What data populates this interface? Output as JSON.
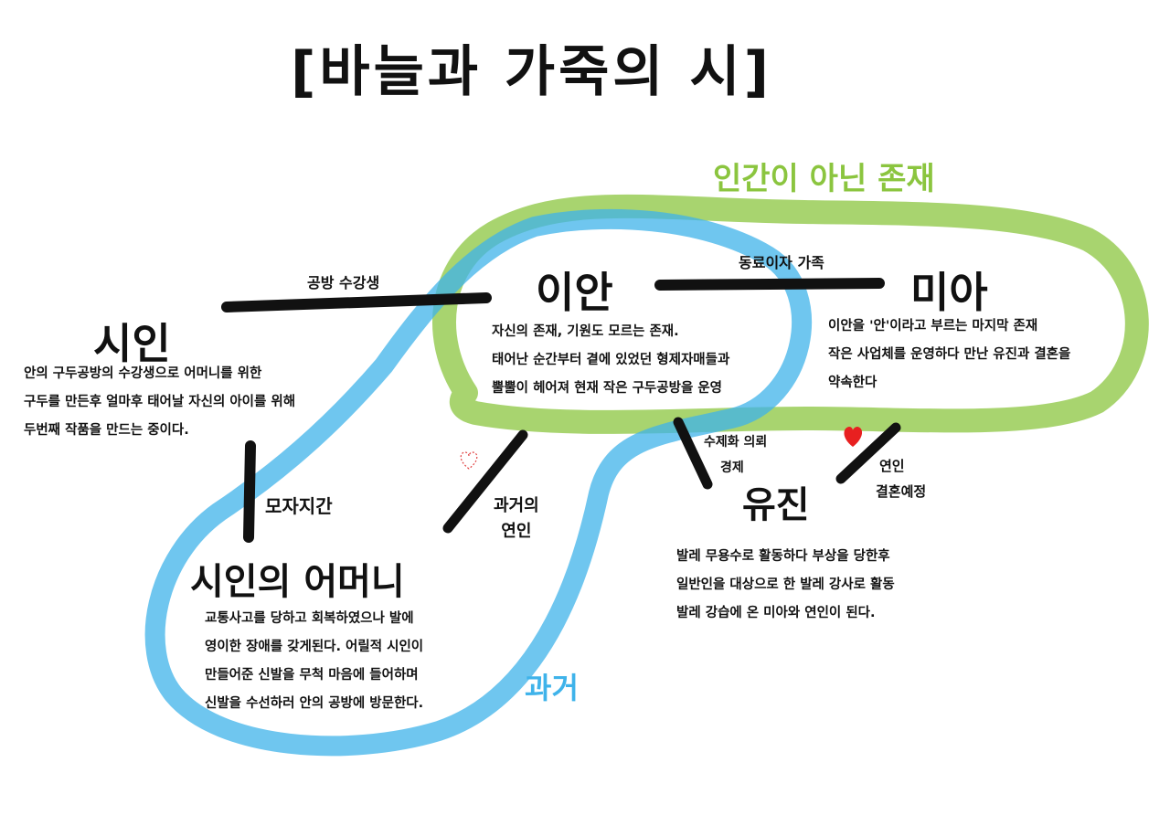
{
  "title": "[바늘과 가죽의 시]",
  "groups": {
    "non_human": "인간이 아닌 존재",
    "past": "과거"
  },
  "colors": {
    "green_loop": "#8bc53f",
    "blue_loop": "#3fb3ea",
    "heart": "#e82020",
    "ink": "#111111"
  },
  "characters": {
    "ian": {
      "name": "이안",
      "desc": [
        "자신의 존재, 기원도 모르는 존재.",
        "태어난 순간부터 곁에 있었던 형제자매들과",
        "뿔뿔이 헤어져 현재 작은 구두공방을 운영"
      ]
    },
    "mia": {
      "name": "미아",
      "desc": [
        "이안을 '안'이라고 부르는 마지막 존재",
        "작은 사업체를 운영하다 만난 유진과 결혼을",
        "약속한다"
      ]
    },
    "siin": {
      "name": "시인",
      "desc": [
        "안의 구두공방의 수강생으로 어머니를 위한",
        "구두를 만든후 얼마후 태어날 자신의 아이를 위해",
        "두번째 작품을 만드는 중이다."
      ]
    },
    "mother": {
      "name": "시인의 어머니",
      "desc": [
        "교통사고를 당하고 회복하였으나 발에",
        "영이한 장애를 갖게된다. 어릴적 시인이",
        "만들어준 신발을 무척 마음에 들어하며",
        "신발을 수선하러 안의 공방에 방문한다."
      ]
    },
    "yujin": {
      "name": "유진",
      "desc": [
        "발레 무용수로 활동하다 부상을 당한후",
        "일반인을 대상으로 한 발레 강사로 활동",
        "발레 강습에 온 미아와 연인이 된다."
      ]
    }
  },
  "relations": {
    "siin_ian": "공방 수강생",
    "ian_mia": "동료이자 가족",
    "siin_mother": "모자지간",
    "ian_mother": [
      "과거의",
      "연인"
    ],
    "ian_yujin": [
      "수제화 의뢰",
      "경제"
    ],
    "mia_yujin": [
      "연인",
      "결혼예정"
    ]
  },
  "icons": {
    "heart_filled": "heart-icon",
    "heart_outline": "heart-outline-icon"
  }
}
